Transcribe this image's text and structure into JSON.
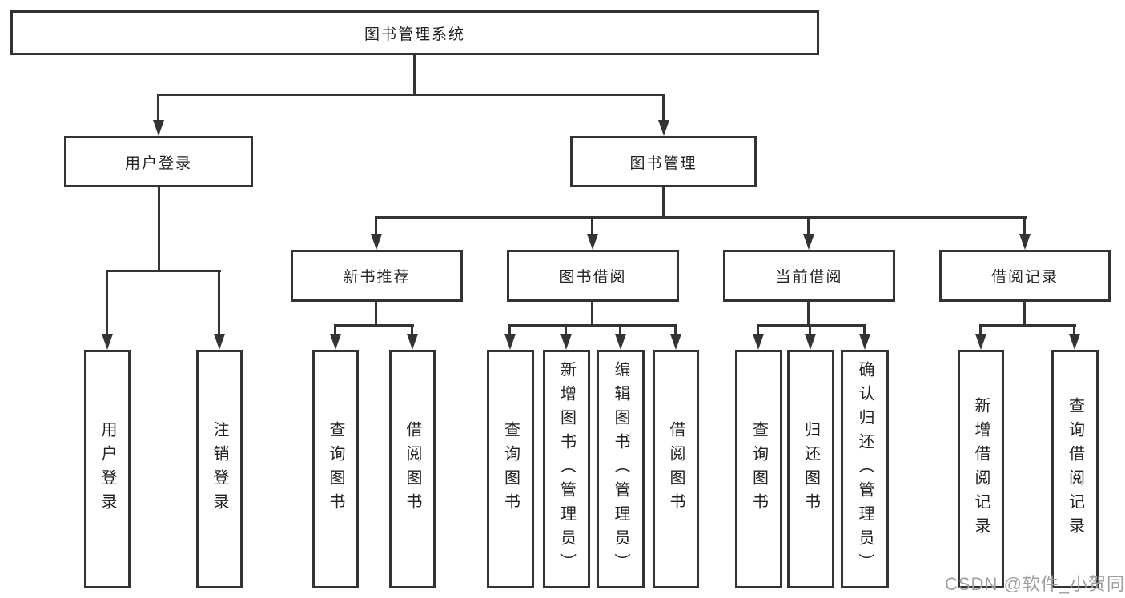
{
  "diagram": {
    "type": "hierarchy-tree",
    "title": "图书管理系统",
    "tree": {
      "label": "图书管理系统",
      "children": [
        {
          "label": "用户登录",
          "children": [
            {
              "label": "用户登录"
            },
            {
              "label": "注销登录"
            }
          ]
        },
        {
          "label": "图书管理",
          "children": [
            {
              "label": "新书推荐",
              "children": [
                {
                  "label": "查询图书"
                },
                {
                  "label": "借阅图书"
                }
              ]
            },
            {
              "label": "图书借阅",
              "children": [
                {
                  "label": "查询图书"
                },
                {
                  "label": "新增图书（管理员）"
                },
                {
                  "label": "编辑图书（管理员）"
                },
                {
                  "label": "借阅图书"
                }
              ]
            },
            {
              "label": "当前借阅",
              "children": [
                {
                  "label": "查询图书"
                },
                {
                  "label": "归还图书"
                },
                {
                  "label": "确认归还（管理员）"
                }
              ]
            },
            {
              "label": "借阅记录",
              "children": [
                {
                  "label": "新增借阅记录"
                },
                {
                  "label": "查询借阅记录"
                }
              ]
            }
          ]
        }
      ]
    }
  },
  "watermark": {
    "text": "CSDN @软件_小贺同学"
  },
  "colors": {
    "background": "#ffffff",
    "box_fill": "#ffffff",
    "box_border": "#333333",
    "line": "#333333",
    "text": "#222222",
    "watermark": "#9e9e9e"
  }
}
